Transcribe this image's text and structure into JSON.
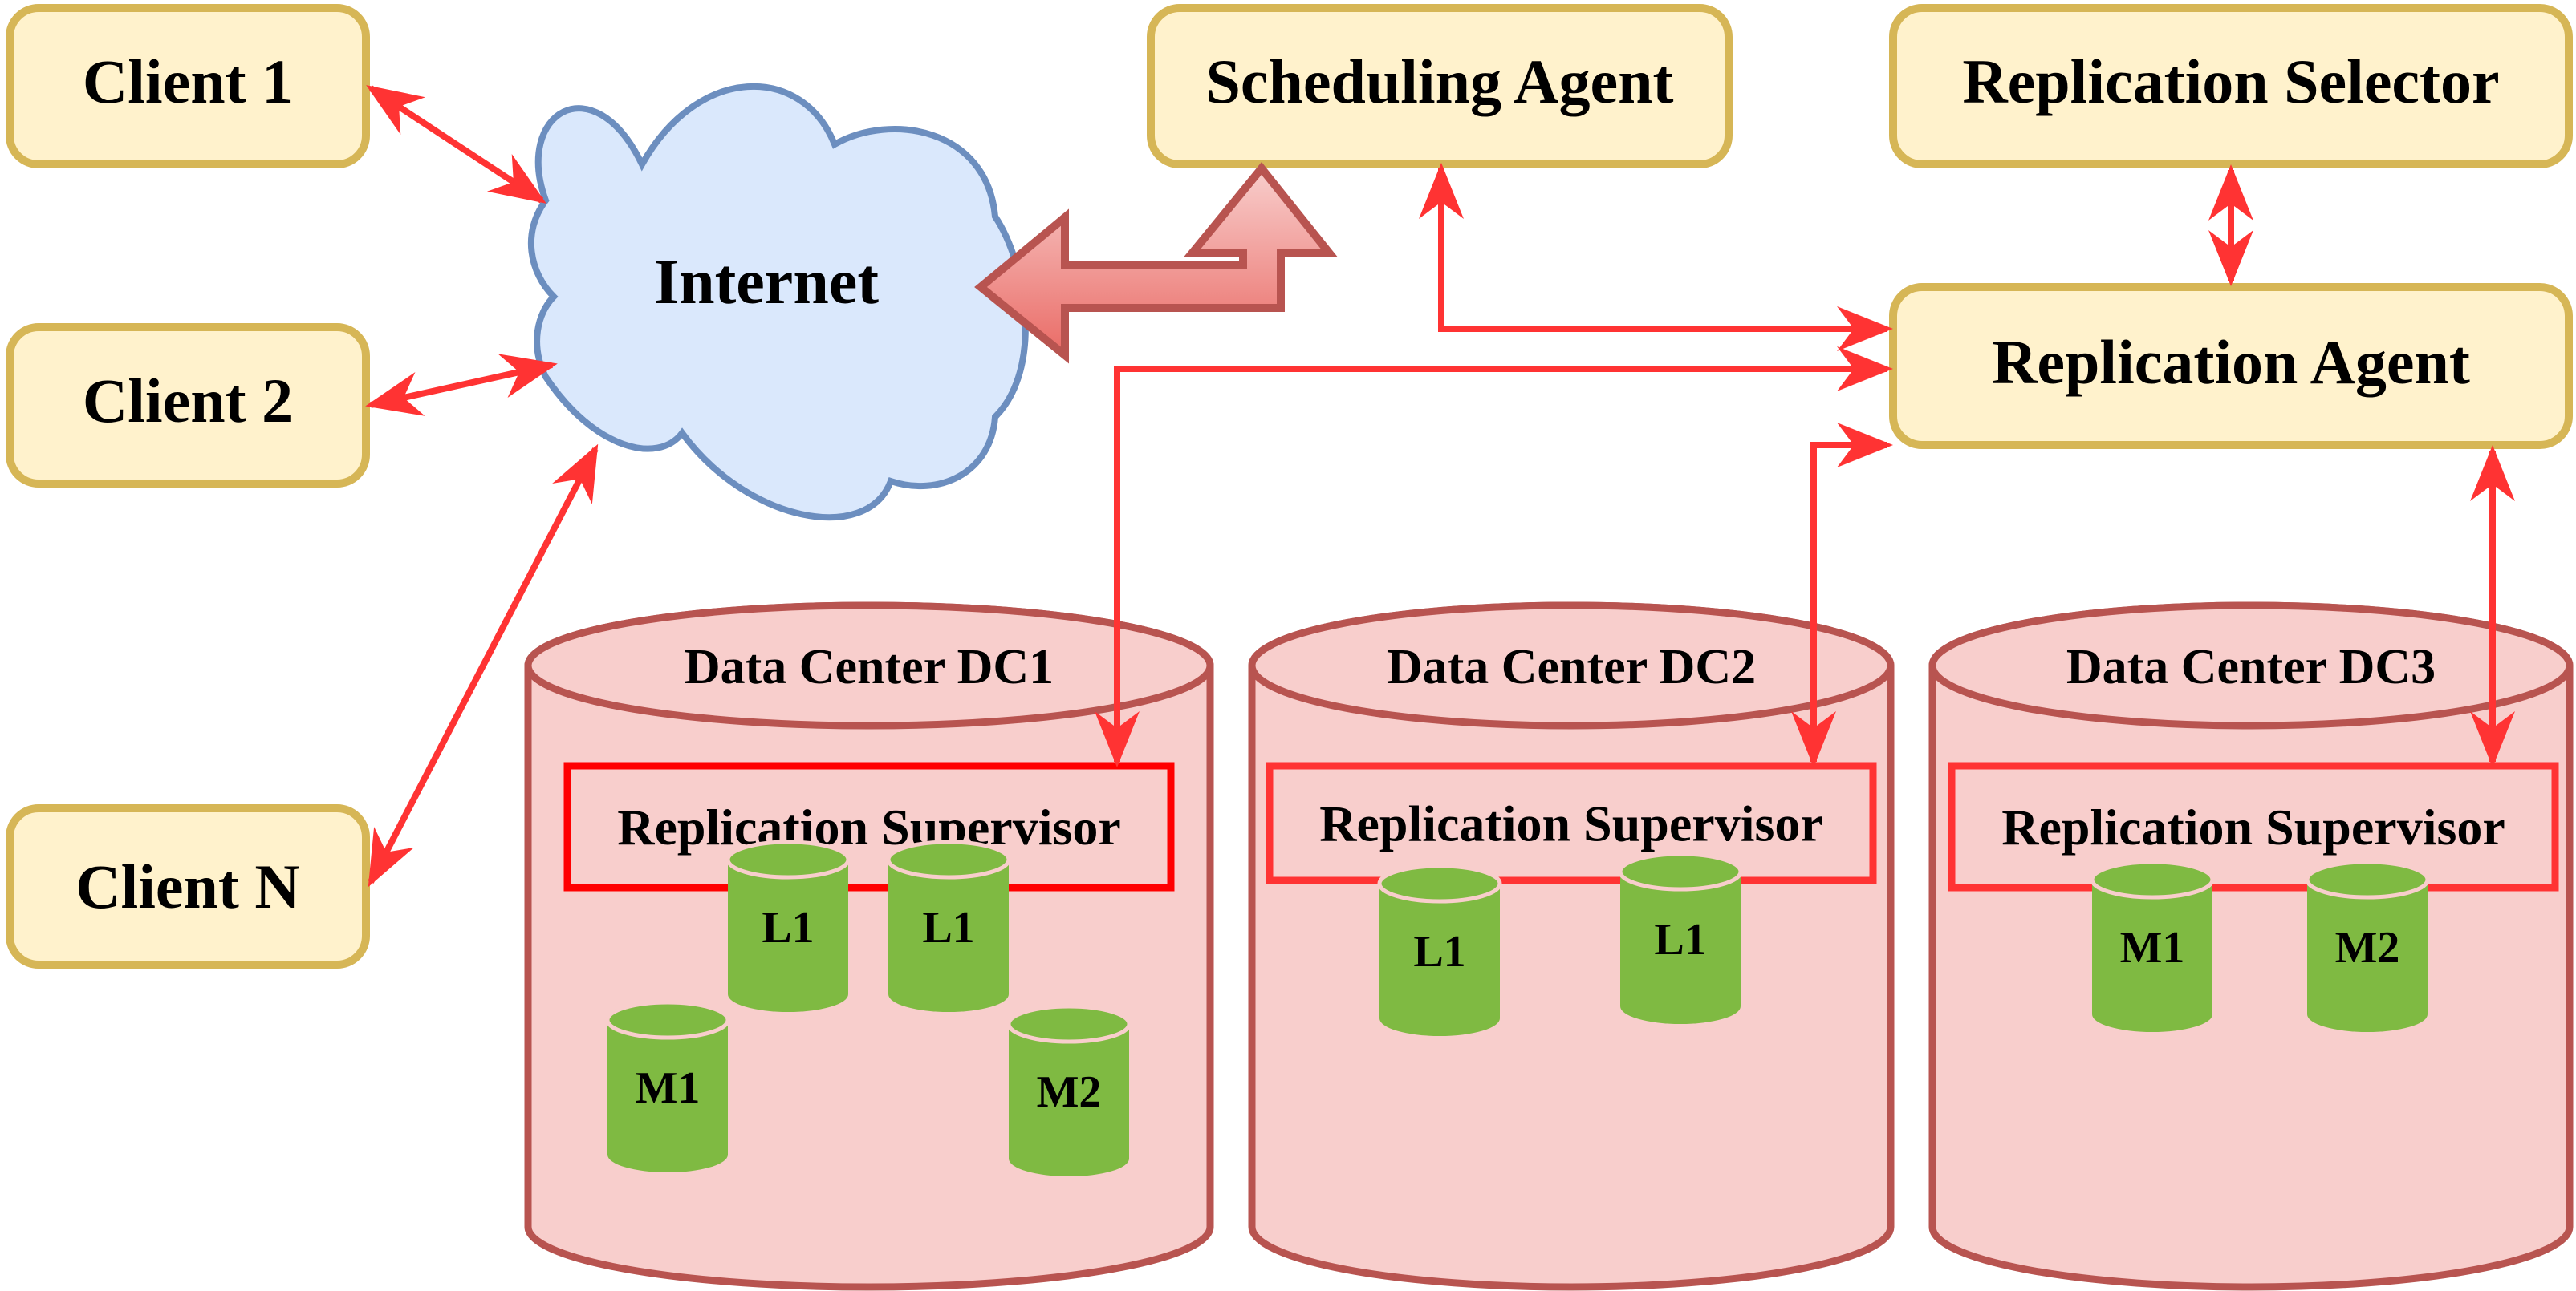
{
  "nodes": {
    "client1": "Client 1",
    "client2": "Client 2",
    "clientN": "Client N",
    "internet": "Internet",
    "scheduling_agent": "Scheduling Agent",
    "replication_selector": "Replication Selector",
    "replication_agent": "Replication Agent"
  },
  "data_centers": [
    {
      "title": "Data Center DC1",
      "supervisor": "Replication Supervisor",
      "databases": [
        "L1",
        "L1",
        "M1",
        "M2"
      ]
    },
    {
      "title": "Data Center DC2",
      "supervisor": "Replication Supervisor",
      "databases": [
        "L1",
        "L1"
      ]
    },
    {
      "title": "Data Center DC3",
      "supervisor": "Replication Supervisor",
      "databases": [
        "M1",
        "M2"
      ]
    }
  ],
  "colors": {
    "box_fill": "#fff2cc",
    "box_stroke": "#d6b656",
    "cloud_fill": "#dae8fc",
    "cloud_stroke": "#6c8ebf",
    "dc_fill": "#f8cecc",
    "dc_stroke": "#b85450",
    "arrow": "#ff3333",
    "supervisor_stroke": "#ff0000",
    "db_fill": "#7fba42"
  }
}
